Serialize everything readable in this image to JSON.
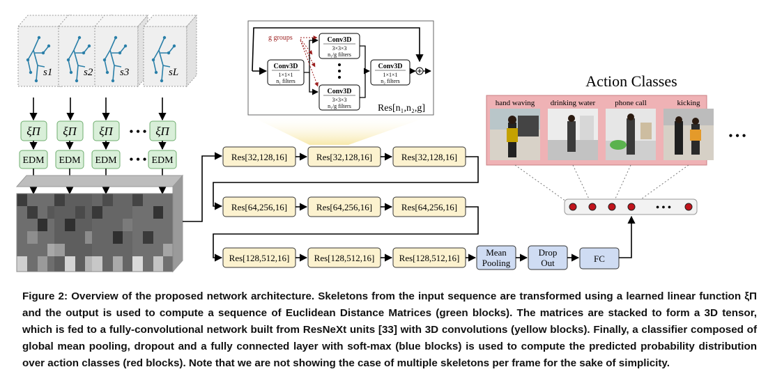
{
  "figure": {
    "skeleton_labels": [
      "s1",
      "s2",
      "s3",
      "sL"
    ],
    "xi_label": "ξΠ",
    "edm_label": "EDM",
    "ellipsis": "• • •",
    "res_rows": [
      [
        "Res[32,128,16]",
        "Res[32,128,16]",
        "Res[32,128,16]"
      ],
      [
        "Res[64,256,16]",
        "Res[64,256,16]",
        "Res[64,256,16]"
      ],
      [
        "Res[128,512,16]",
        "Res[128,512,16]",
        "Res[128,512,16]"
      ]
    ],
    "classifier": {
      "mean_pooling": [
        "Mean",
        "Pooling"
      ],
      "dropout": [
        "Drop",
        "Out"
      ],
      "fc": "FC"
    },
    "inset": {
      "g_groups": "g groups",
      "conv_title": "Conv3D",
      "conv_1x1": "1×1×1",
      "conv_3x3": "3×3×3",
      "n1_filters": "n₁ filters",
      "n1g_filters": "n₁/g filters",
      "n2_filters": "n₂ filters",
      "res_label": "Res[n₁,n₂,g]"
    },
    "action_classes": {
      "title": "Action Classes",
      "labels": [
        "hand waving",
        "drinking water",
        "phone call",
        "kicking"
      ],
      "more": "• • •"
    },
    "colors": {
      "green_fill": "#d9efd9",
      "green_stroke": "#6fae6f",
      "yellow_fill": "#fcf2cf",
      "blue_fill": "#cfdcf3",
      "red_panel": "#efb2b5",
      "red_node": "#c0141c"
    }
  },
  "caption": {
    "text": "Figure 2: Overview of the proposed network architecture. Skeletons from the input sequence are transformed using a learned linear function ξΠ and the output is used to compute a sequence of Euclidean Distance Matrices (green blocks). The matrices are stacked to form a 3D tensor, which is fed to a fully-convolutional network built from ResNeXt units [33] with 3D convolutions (yellow blocks). Finally, a classifier composed of global mean pooling, dropout and a fully connected layer with soft-max (blue blocks) is used to compute the predicted probability distribution over action classes (red blocks). Note that we are not showing the case of multiple skeletons per frame for the sake of simplicity."
  }
}
